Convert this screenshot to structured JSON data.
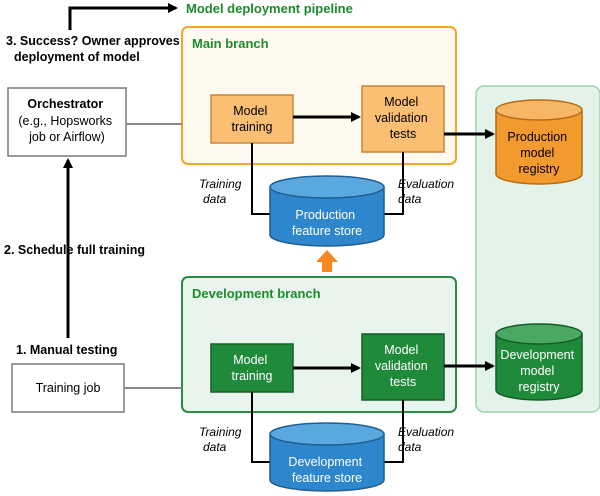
{
  "pipeline_title": "Model deployment pipeline",
  "steps": {
    "step3": [
      "3. Success? Owner approves",
      "deployment of model"
    ],
    "step2": "2. Schedule full training",
    "step1": "1.  Manual testing"
  },
  "orchestrator": {
    "title": "Orchestrator",
    "lines": [
      "(e.g., Hopsworks",
      "job or Airflow)"
    ]
  },
  "training_job": "Training job",
  "main_branch": {
    "label": "Main branch",
    "model_training": [
      "Model",
      "training"
    ],
    "validation_tests": [
      "Model",
      "validation",
      "tests"
    ],
    "training_data": [
      "Training",
      "data"
    ],
    "evaluation_data": [
      "Evaluation",
      "data"
    ],
    "feature_store": [
      "Production",
      "feature store"
    ],
    "registry": [
      "Production",
      "model",
      "registry"
    ]
  },
  "dev_branch": {
    "label": "Development branch",
    "model_training": [
      "Model",
      "training"
    ],
    "validation_tests": [
      "Model",
      "validation",
      "tests"
    ],
    "training_data": [
      "Training",
      "data"
    ],
    "evaluation_data": [
      "Evaluation",
      "data"
    ],
    "feature_store": [
      "Development",
      "feature store"
    ],
    "registry": [
      "Development",
      "model",
      "registry"
    ]
  },
  "colors": {
    "title_green": "#1e8a2e",
    "main_border": "#f5a623",
    "main_fill": "#fffaf0",
    "orange_box": "#fbbf74",
    "orange_box_stroke": "#c8873a",
    "orange_cyl": "#f39a2e",
    "dev_border": "#2e8b45",
    "dev_fill": "#e9f4ec",
    "green_box": "#1f8a3a",
    "blue_cyl": "#2e87cc",
    "registry_panel_fill": "#e3f3e9",
    "registry_panel_stroke": "#9fd1b0",
    "up_arrow": "#f5891f"
  }
}
